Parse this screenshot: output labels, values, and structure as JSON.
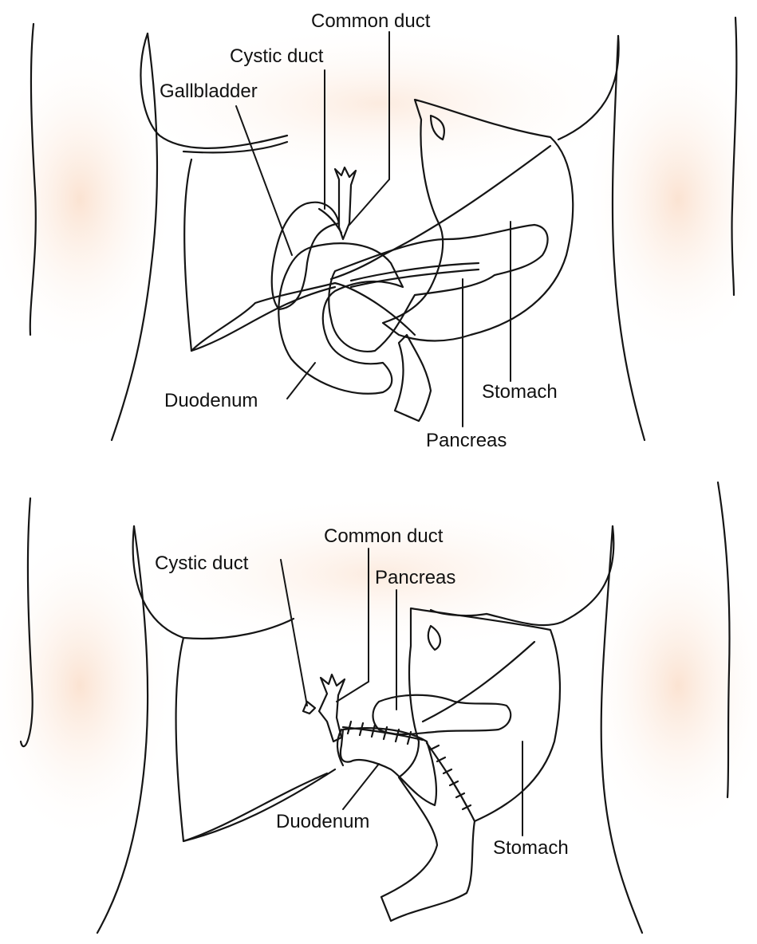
{
  "colors": {
    "stomach": "#f2c3bc",
    "duodenum": "#f2c3bc",
    "pancreas": "#f4ccc6",
    "gallbladder": "#b9d9a8",
    "skin": "#fbe6d8",
    "outline": "#151515"
  },
  "top_panel": {
    "labels": {
      "common_duct": "Common duct",
      "cystic_duct": "Cystic duct",
      "gallbladder": "Gallbladder",
      "duodenum": "Duodenum",
      "stomach": "Stomach",
      "pancreas": "Pancreas"
    }
  },
  "bottom_panel": {
    "labels": {
      "common_duct": "Common duct",
      "cystic_duct": "Cystic duct",
      "pancreas": "Pancreas",
      "duodenum": "Duodenum",
      "stomach": "Stomach"
    }
  }
}
